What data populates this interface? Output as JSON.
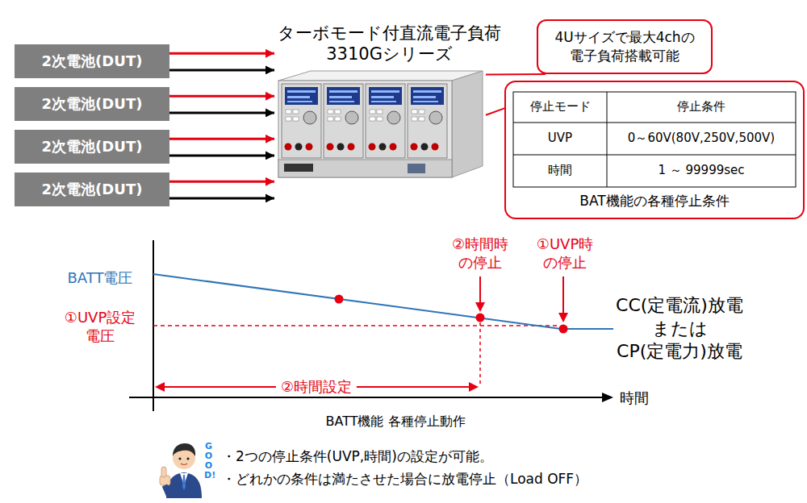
{
  "diagram": {
    "caption": "BATT機能 各種停止動作",
    "nodes": [
      {
        "text": [
          "2次電池(DUT)"
        ]
      },
      {
        "text": [
          "2次電池(DUT)"
        ]
      },
      {
        "text": [
          "2次電池(DUT)"
        ]
      },
      {
        "text": [
          "2次電池(DUT)"
        ]
      },
      {
        "text": [
          "ターボモード付直流電子負荷 3310Gシリーズ"
        ]
      },
      {
        "text": [
          "4Uサイズで最大4chの 電子負荷搭載可能"
        ]
      },
      {
        "text": [
          "BAT機能の各種停止条件"
        ]
      }
    ],
    "edges": [
      {
        "from": 0,
        "to": 4,
        "arrow": "to"
      },
      {
        "from": 0,
        "to": 4,
        "arrow": "to"
      },
      {
        "from": 1,
        "to": 4,
        "arrow": "to"
      },
      {
        "from": 1,
        "to": 4,
        "arrow": "to"
      },
      {
        "from": 2,
        "to": 4,
        "arrow": "to"
      },
      {
        "from": 2,
        "to": 4,
        "arrow": "to"
      },
      {
        "from": 3,
        "to": 4,
        "arrow": "to"
      },
      {
        "from": 3,
        "to": 4,
        "arrow": "to"
      },
      {
        "from": 5,
        "to": 4,
        "arrow": "none"
      },
      {
        "from": 6,
        "to": 4,
        "arrow": "none"
      }
    ],
    "labels": [
      "停止モード",
      "停止条件",
      "UVP",
      "0～60V(80V,250V,500V)",
      "時間",
      "1 ～ 99999sec",
      "BATT電圧",
      "①UVP設定 電圧",
      "②時間時 の停止",
      "①UVP時 の停止",
      "CC(定電流)放電 または CP(定電力)放電",
      "②時間設定",
      "時間",
      "GOOD!",
      "・2つの停止条件(UVP,時間)の設定が可能。",
      "・どれかの条件は満たさせた場合に放電停止（Load OFF）"
    ]
  }
}
